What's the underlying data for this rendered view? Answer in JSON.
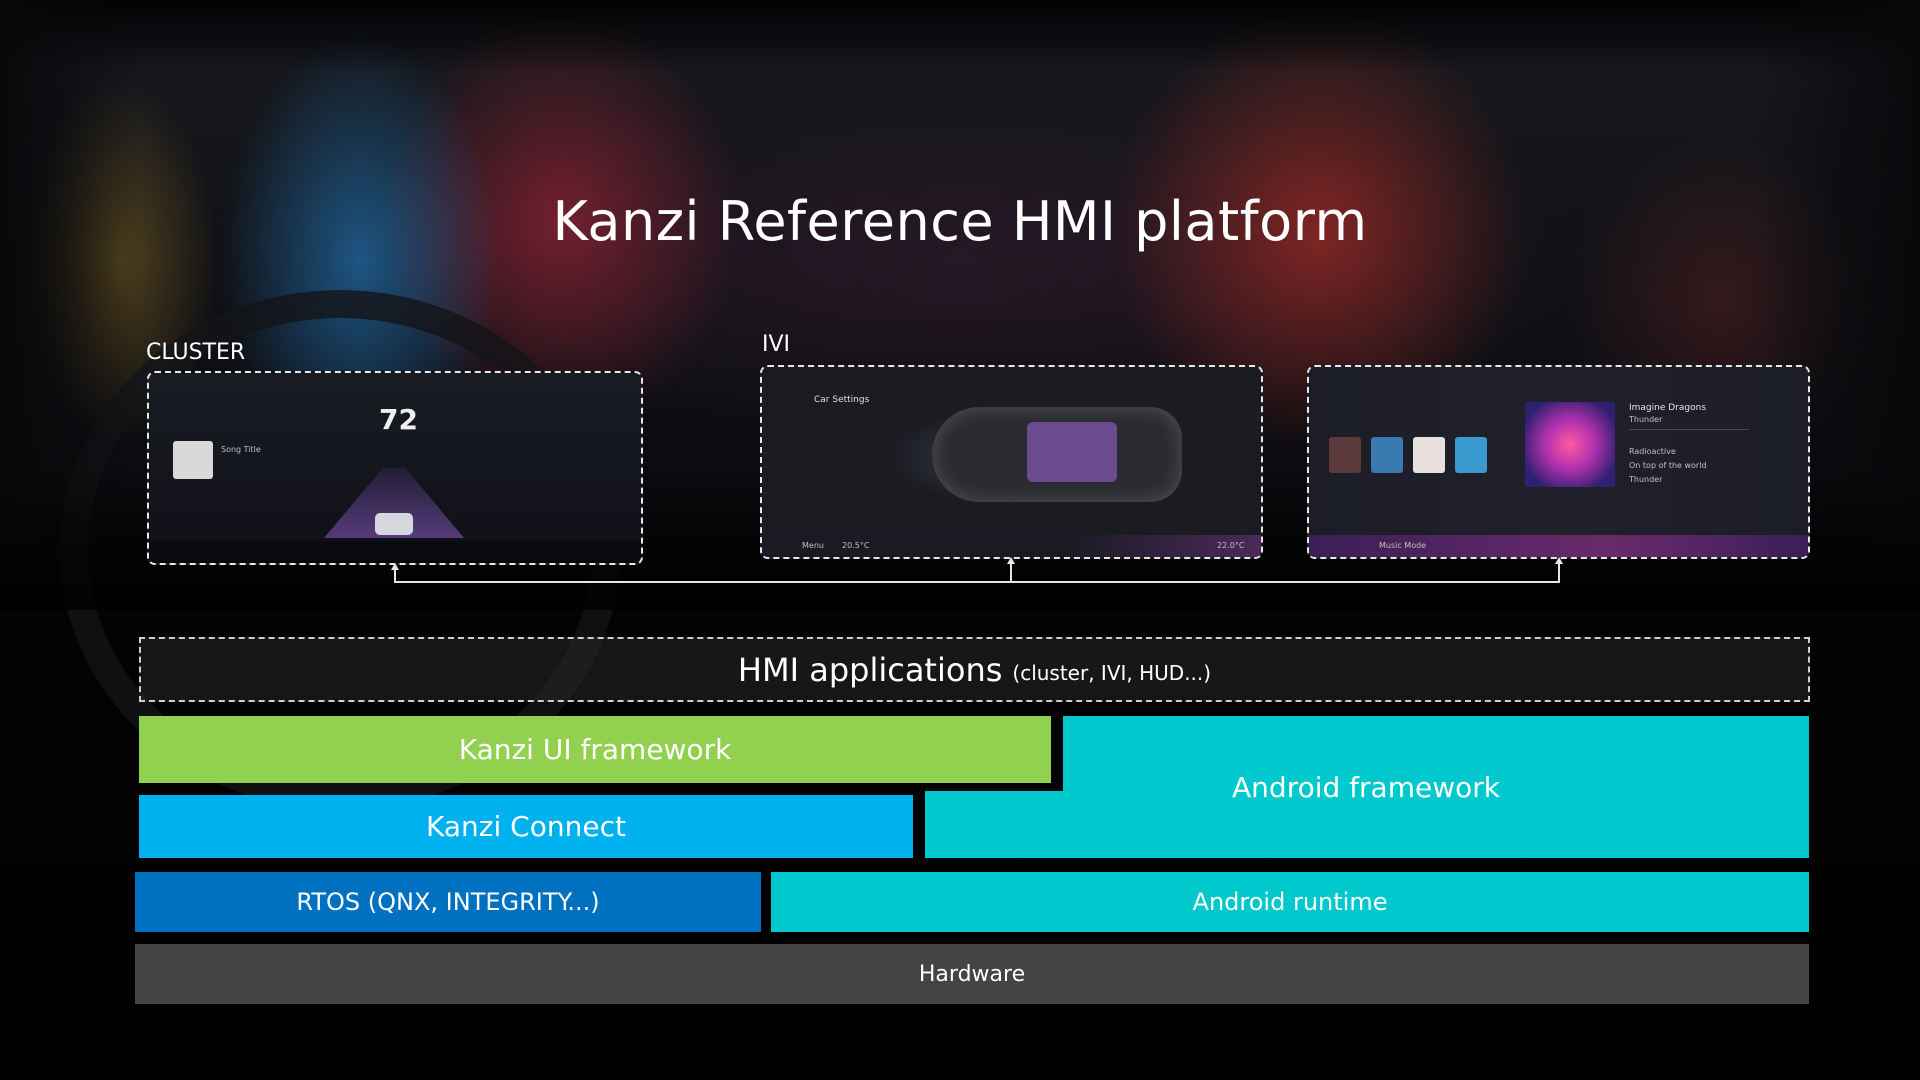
{
  "title": "Kanzi Reference HMI platform",
  "screens": {
    "cluster_label": "CLUSTER",
    "ivi_label": "IVI",
    "cluster": {
      "speed": "72",
      "song_title": "Song Title"
    },
    "ivi": {
      "heading": "Car Settings",
      "menu": "Menu",
      "temp_left": "20.5°C",
      "temp_right": "22.0°C"
    },
    "media": {
      "artist": "Imagine Dragons",
      "track": "Thunder",
      "mode": "Music Mode",
      "tracks": [
        "Radioactive",
        "On top of the world",
        "Thunder"
      ]
    }
  },
  "stack": {
    "hmi_main": "HMI applications",
    "hmi_sub": "(cluster, IVI, HUD...)",
    "kanzi_ui": "Kanzi UI framework",
    "android_framework": "Android framework",
    "kanzi_connect": "Kanzi Connect",
    "rtos": "RTOS (QNX, INTEGRITY...)",
    "android_runtime": "Android runtime",
    "hardware": "Hardware"
  },
  "colors": {
    "kanzi_ui": "#91d14f",
    "android": "#00c8cc",
    "kanzi_connect": "#00b1ef",
    "rtos": "#0070c0",
    "hardware": "#444444"
  }
}
